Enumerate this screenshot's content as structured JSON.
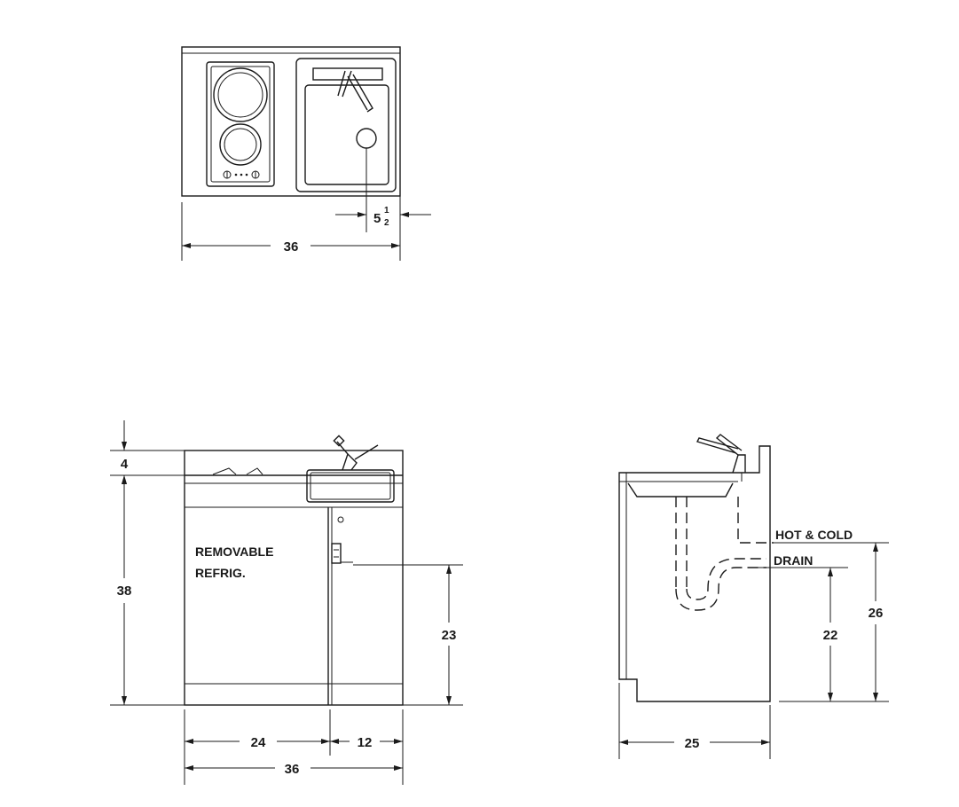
{
  "top_view": {
    "width": "36",
    "sink_offset_whole": "5",
    "sink_offset_num": "1",
    "sink_offset_den": "2"
  },
  "front_view": {
    "top_height": "4",
    "cabinet_height": "38",
    "refrig_label_line1": "REMOVABLE",
    "refrig_label_line2": "REFRIG.",
    "pipe_height": "23",
    "refrig_width": "24",
    "side_width": "12",
    "total_width": "36"
  },
  "side_view": {
    "hot_cold_label": "HOT & COLD",
    "drain_label": "DRAIN",
    "drain_height": "22",
    "supply_height": "26",
    "depth": "25"
  }
}
